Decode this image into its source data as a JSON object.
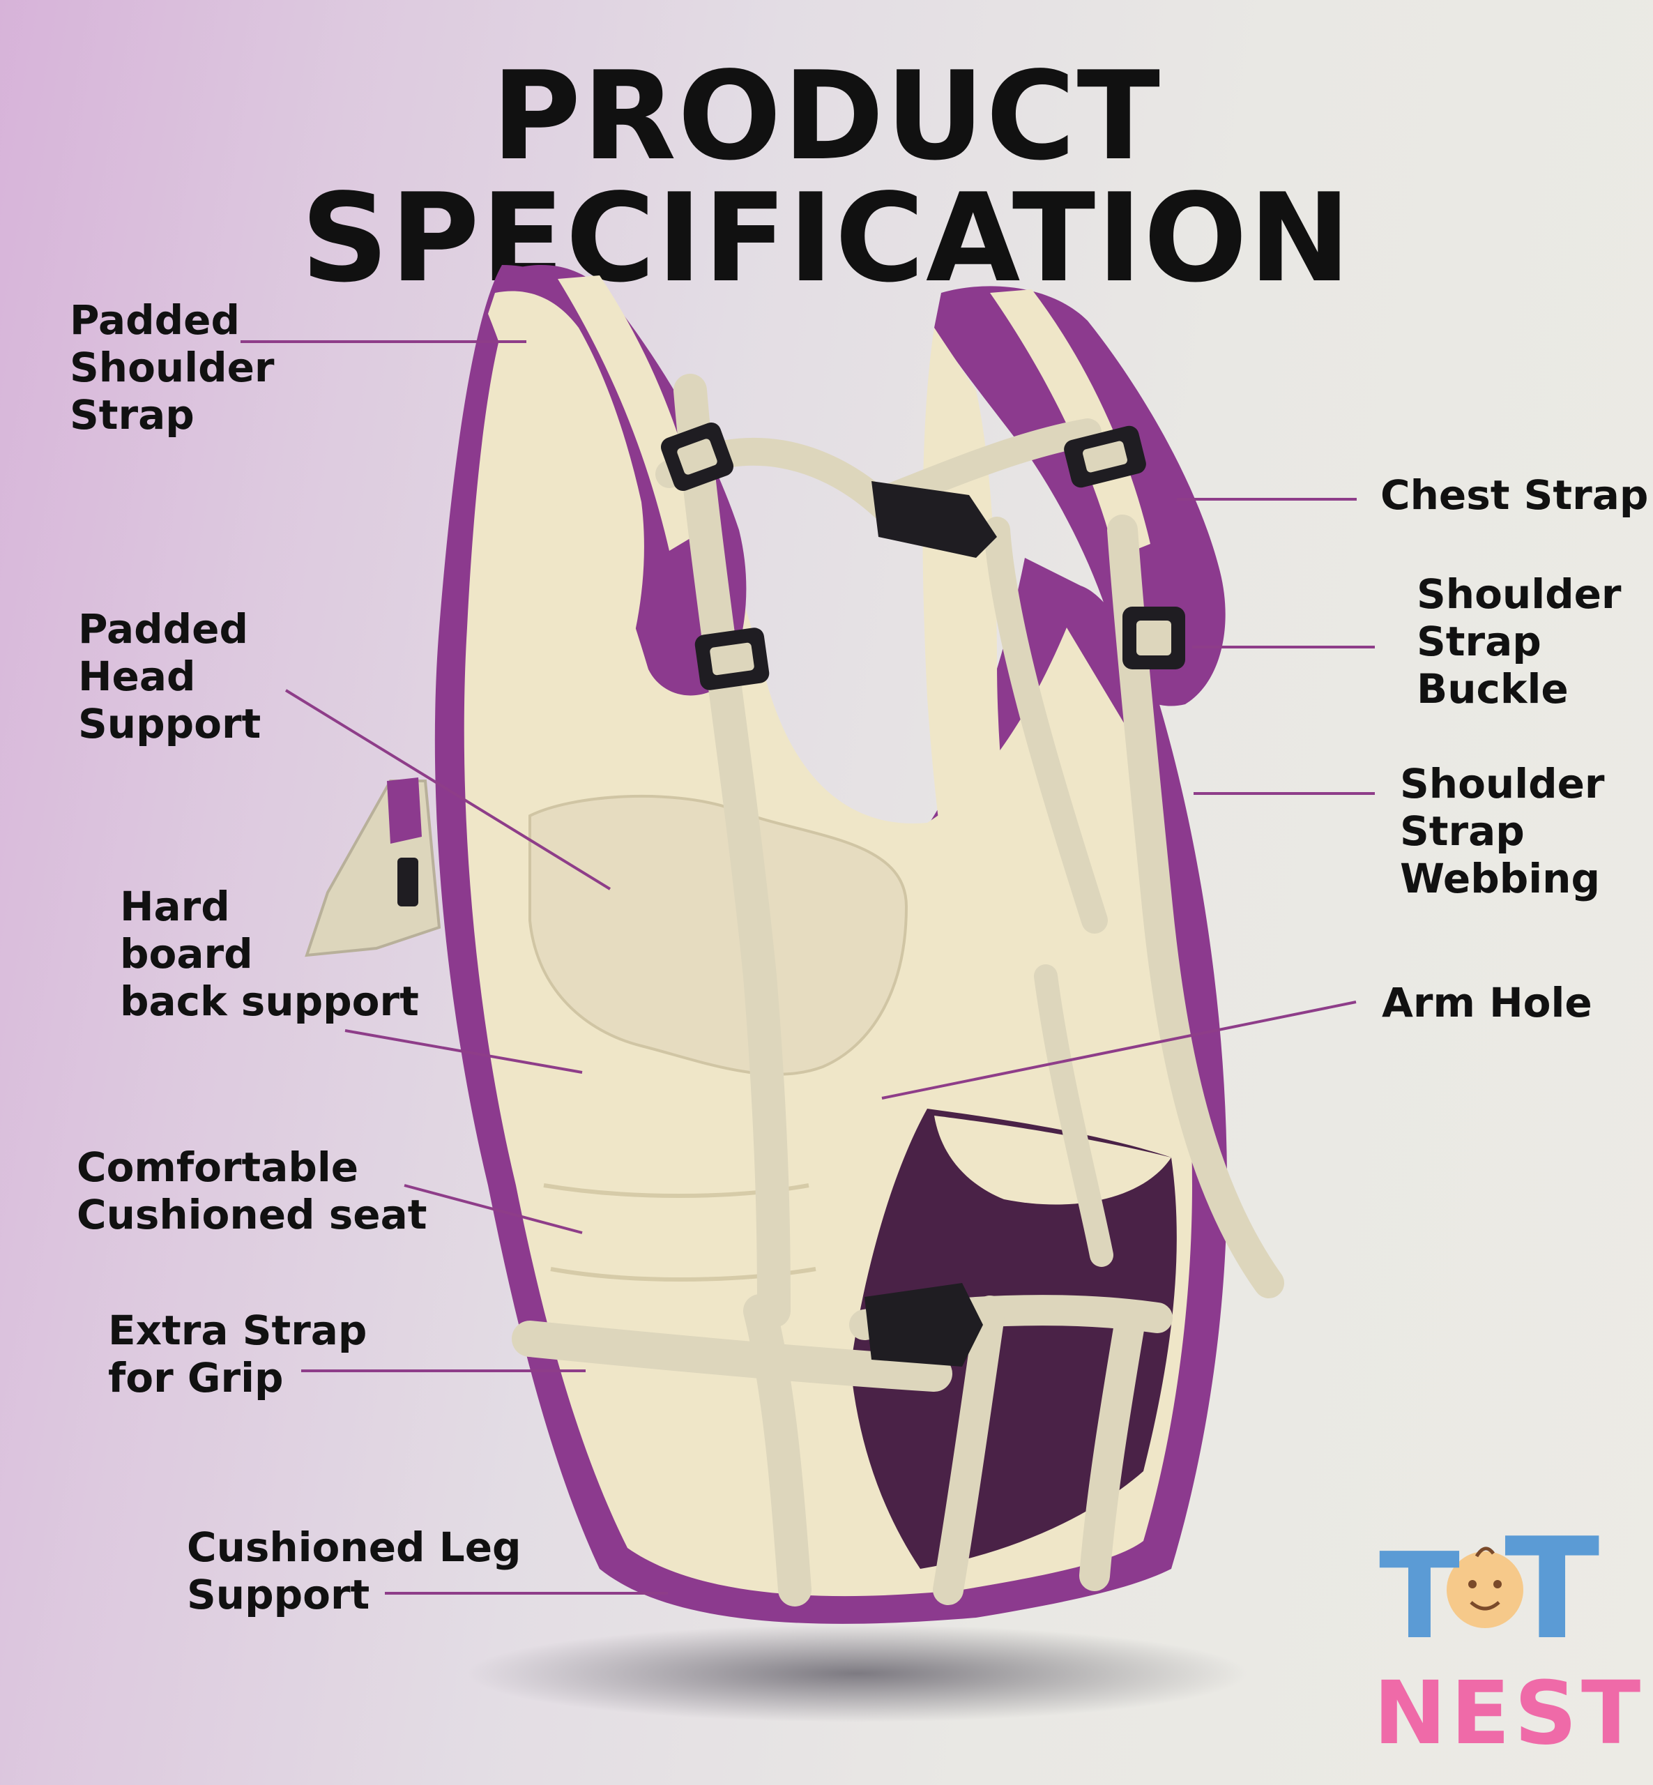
{
  "title": "PRODUCT SPECIFICATION",
  "labels": {
    "padded_shoulder_strap": "Padded\nShoulder\nStrap",
    "padded_head_support": "Padded\nHead\nSupport",
    "hard_board_back_support": "Hard\nboard\nback support",
    "comfortable_cushioned_seat": "Comfortable\nCushioned seat",
    "extra_strap_for_grip": "Extra Strap\nfor Grip",
    "cushioned_leg_support": "Cushioned Leg\nSupport",
    "chest_strap": "Chest Strap",
    "shoulder_strap_buckle": "Shoulder\nStrap\nBuckle",
    "shoulder_strap_webbing": "Shoulder\nStrap\nWebbing",
    "arm_hole": "Arm Hole"
  },
  "logo": {
    "top_left": "T",
    "top_right": "T",
    "bottom": "NEST"
  },
  "colors": {
    "purple": "#8c3a8e",
    "dark_purple": "#4a2247",
    "cream": "#efe6c8",
    "webbing": "#ddd6bc",
    "leader_line": "#8e3d89",
    "logo_blue": "#5b9bd5",
    "logo_pink": "#ef6aa8",
    "logo_face": "#f6c98a"
  }
}
